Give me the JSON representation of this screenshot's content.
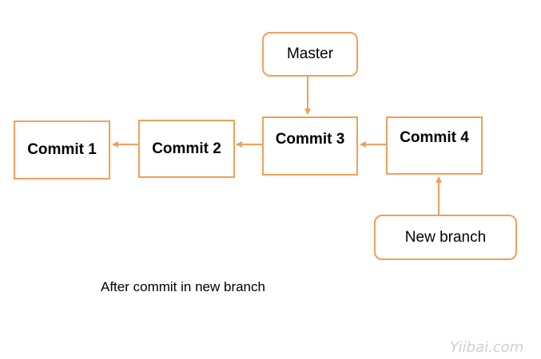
{
  "diagram": {
    "nodes": {
      "commit1": "Commit 1",
      "commit2": "Commit 2",
      "commit3": "Commit 3",
      "commit4": "Commit 4",
      "master": "Master",
      "new_branch": "New branch"
    },
    "edges": [
      {
        "from": "commit2",
        "to": "commit1"
      },
      {
        "from": "commit3",
        "to": "commit2"
      },
      {
        "from": "commit4",
        "to": "commit3"
      },
      {
        "from": "master",
        "to": "commit3"
      },
      {
        "from": "new_branch",
        "to": "commit4"
      }
    ],
    "caption": "After commit in new branch"
  },
  "watermark": "Yiibai.com",
  "colors": {
    "border": "#f0a05a",
    "arrow": "#f0a05a",
    "text": "#000000",
    "watermark": "#d0d0d0"
  }
}
